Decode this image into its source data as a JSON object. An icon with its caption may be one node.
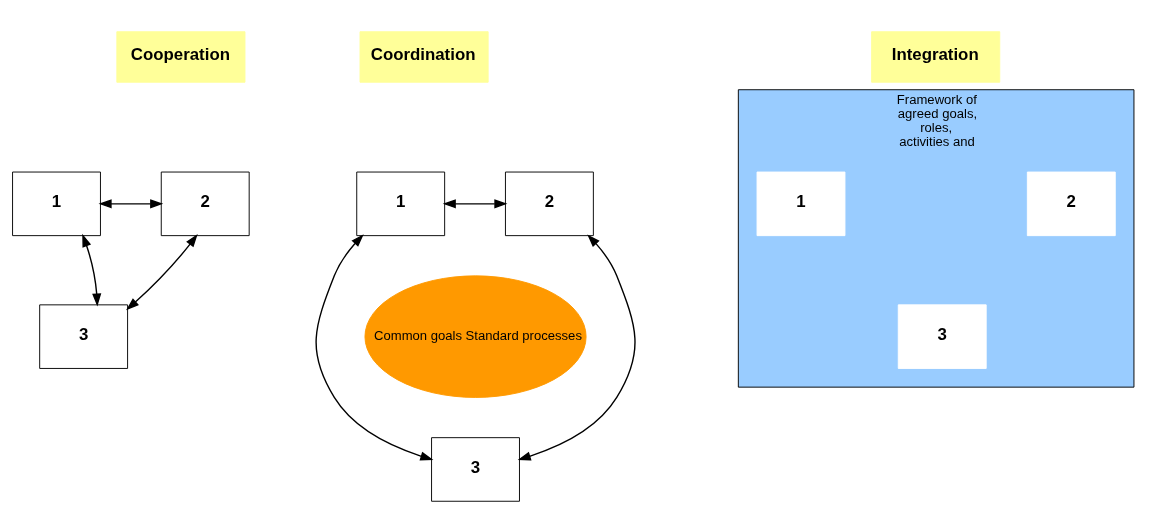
{
  "diagram": {
    "nodes": [
      {
        "text": [
          "Cooperation"
        ]
      },
      {
        "text": [
          "1"
        ]
      },
      {
        "text": [
          "2"
        ]
      },
      {
        "text": [
          "3"
        ]
      },
      {
        "text": [
          "Coordination"
        ]
      },
      {
        "text": [
          "1"
        ]
      },
      {
        "text": [
          "2"
        ]
      },
      {
        "text": [
          "Common goals Standard processes"
        ]
      },
      {
        "text": [
          "3"
        ]
      },
      {
        "text": [
          "Integration"
        ]
      },
      {
        "text": [
          "Framework of agreed goals, roles, activities and"
        ]
      },
      {
        "text": [
          "1"
        ],
        "in": 10
      },
      {
        "text": [
          "2"
        ],
        "in": 10
      },
      {
        "text": [
          "3"
        ],
        "in": 10
      }
    ],
    "edges": [
      {
        "from": 1,
        "to": 2,
        "arrow": "both"
      },
      {
        "from": 1,
        "to": 3,
        "arrow": "both"
      },
      {
        "from": 2,
        "to": 3,
        "arrow": "both"
      },
      {
        "from": 5,
        "to": 6,
        "arrow": "both"
      },
      {
        "from": 5,
        "to": 8,
        "arrow": "both"
      },
      {
        "from": 6,
        "to": 8,
        "arrow": "both"
      }
    ]
  }
}
